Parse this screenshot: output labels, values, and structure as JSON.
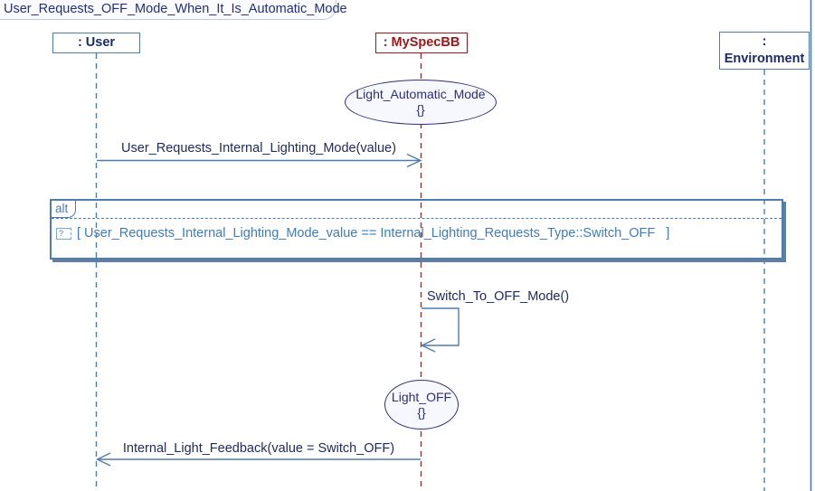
{
  "window": {
    "title_tab": "User_Requests_OFF_Mode_When_It_Is_Automatic_Mode"
  },
  "colors": {
    "line_steel_blue": "#4d7dad",
    "label_navy": "#1f2a66",
    "title_indigo": "#232e7d",
    "myspecbb_red": "#a31515",
    "red_lifeline": "#b42222",
    "ellipse_border_indigo": "#32327a",
    "ellipse_fill": "#f6f8fd",
    "guard_blue": "#3f7cbd",
    "fragment_shadow": "#5f7fa3"
  },
  "lifelines": {
    "user": {
      "label": ": User"
    },
    "myspecbb": {
      "label": ": MySpecBB"
    },
    "environment": {
      "label_top": ":",
      "label_bottom": "Environment"
    }
  },
  "condition_marks": {
    "automatic": {
      "name": "Light_Automatic_Mode",
      "body": "{}"
    },
    "off": {
      "name": "Light_OFF",
      "body": "{}"
    }
  },
  "messages": {
    "request": {
      "label": "User_Requests_Internal_Lighting_Mode(value)",
      "from": ": User",
      "to": ": MySpecBB"
    },
    "self_call": {
      "label": "Switch_To_OFF_Mode()",
      "from": ": MySpecBB",
      "to": ": MySpecBB"
    },
    "feedback": {
      "label": "Internal_Light_Feedback(value = Switch_OFF)",
      "from": ": MySpecBB",
      "to": ": User"
    }
  },
  "fragment": {
    "operator": "alt",
    "guard_icon": "?",
    "guard": "[ User_Requests_Internal_Lighting_Mode_value == Internal_Lighting_Requests_Type::Switch_OFF   ]"
  }
}
